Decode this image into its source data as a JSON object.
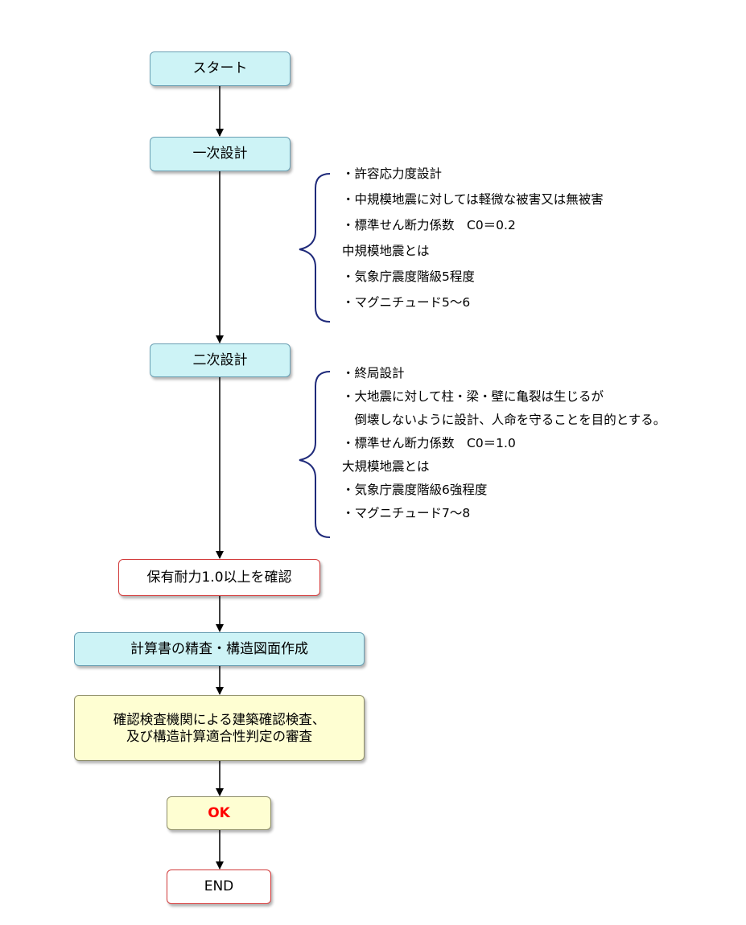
{
  "nodes": {
    "start": "スタート",
    "primary_design": "一次設計",
    "secondary_design": "二次設計",
    "confirm_capacity": "保有耐力1.0以上を確認",
    "calc_review": "計算書の精査・構造図面作成",
    "inspection": "確認検査機関による建築確認検査、\n及び構造計算適合性判定の審査",
    "ok": "OK",
    "end": "END"
  },
  "notes": {
    "primary": [
      "・許容応力度設計",
      "・中規模地震に対しては軽微な被害又は無被害",
      "・標準せん断力係数　C0＝0.2",
      "中規模地震とは",
      "・気象庁震度階級5程度",
      "・マグニチュード5～6"
    ],
    "secondary": [
      "・終局設計",
      "・大地震に対して柱・梁・壁に亀裂は生じるが",
      "　倒壊しないように設計、人命を守ることを目的とする。",
      "・標準せん断力係数　C0＝1.0",
      "大規模地震とは",
      "・気象庁震度階級6強程度",
      "・マグニチュード7～8"
    ]
  },
  "colors": {
    "process_fill": "#cdf3f6",
    "process_border": "#6a9fb3",
    "check_border": "#d23a3a",
    "review_fill": "#fefed2",
    "ok_text": "#ff0000",
    "bracket": "#1f2a7a"
  }
}
